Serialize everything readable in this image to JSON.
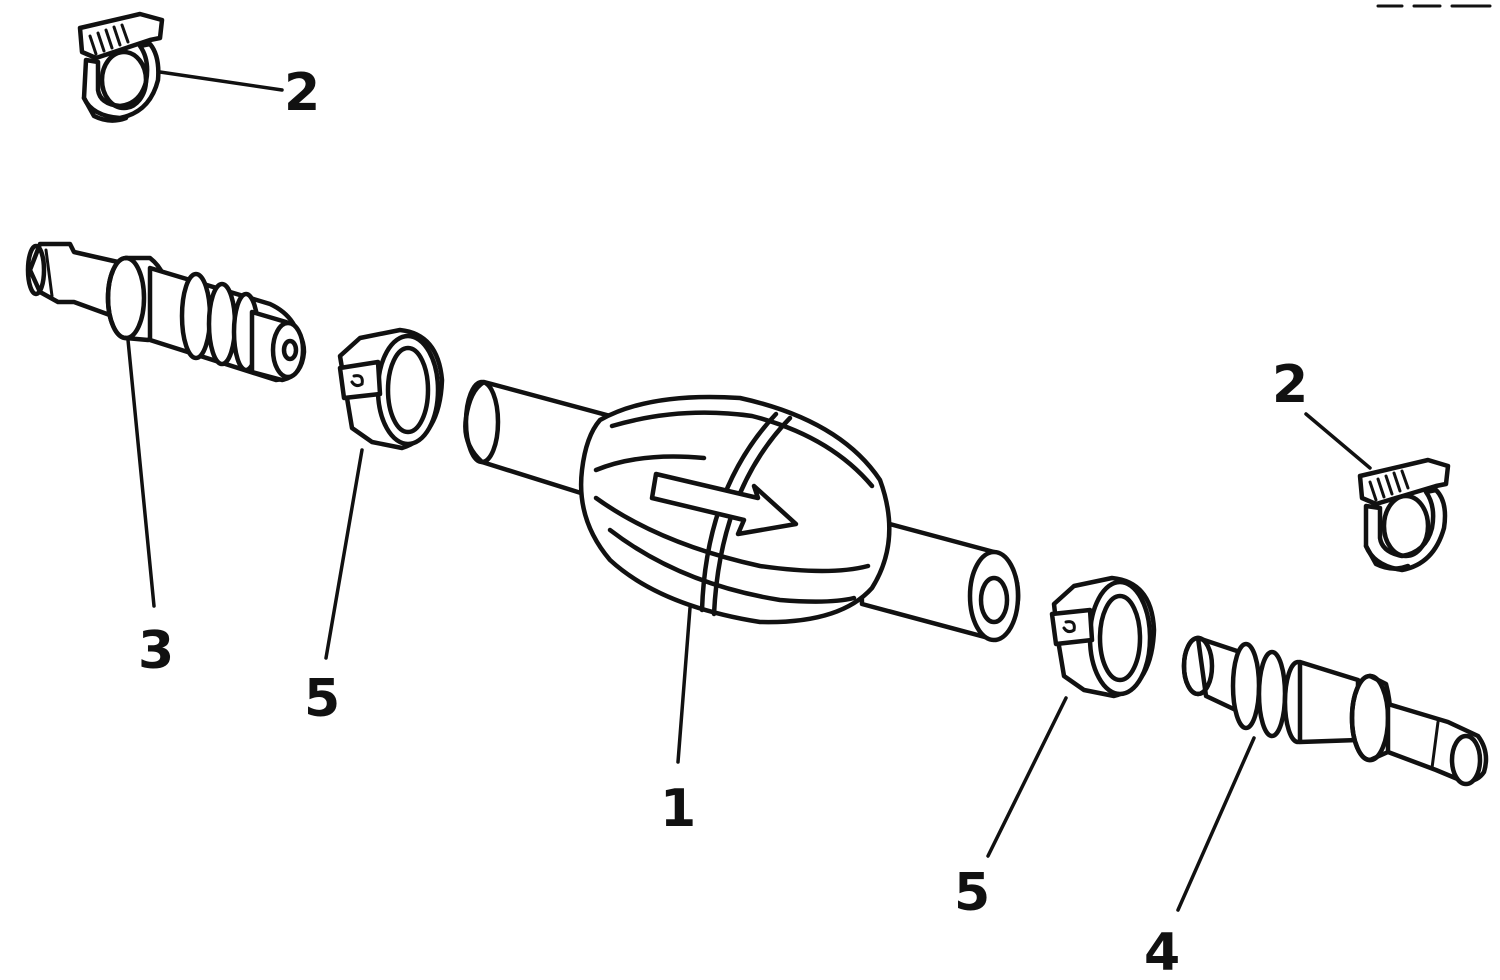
{
  "callouts": {
    "primer_bulb": "1",
    "clamp_top_left": "2",
    "clamp_right": "2",
    "connector_left": "3",
    "connector_right": "4",
    "collar_left": "5",
    "collar_right": "5"
  },
  "colors": {
    "ink": "#111111",
    "background": "#ffffff"
  }
}
